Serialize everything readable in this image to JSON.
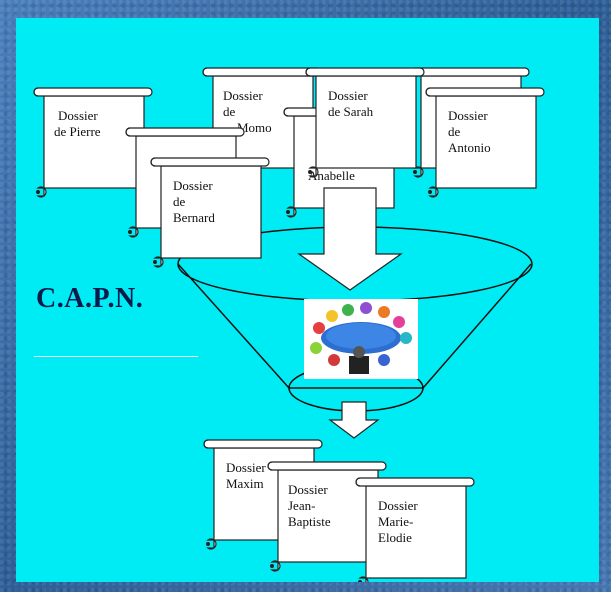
{
  "diagram": {
    "title": "C.A.P.N.",
    "input_files": [
      {
        "lines": [
          "Dossier",
          "de Pierre"
        ]
      },
      {
        "lines": [
          "Dossier",
          "de",
          "Momo"
        ]
      },
      {
        "lines": [
          "Dossier",
          "de Sarah"
        ]
      },
      {
        "lines": [
          "Dossier",
          "de",
          "Antonio"
        ]
      },
      {
        "lines": [
          "Dossier",
          "de",
          "Bernard"
        ]
      },
      {
        "lines": [
          "Anabelle"
        ]
      }
    ],
    "output_files": [
      {
        "lines": [
          "Dossier",
          "Maxim"
        ]
      },
      {
        "lines": [
          "Dossier",
          "Jean-",
          "Baptiste"
        ]
      },
      {
        "lines": [
          "Dossier",
          "Marie-",
          "Elodie"
        ]
      }
    ],
    "meeting_image": "meeting-table-clipart"
  }
}
